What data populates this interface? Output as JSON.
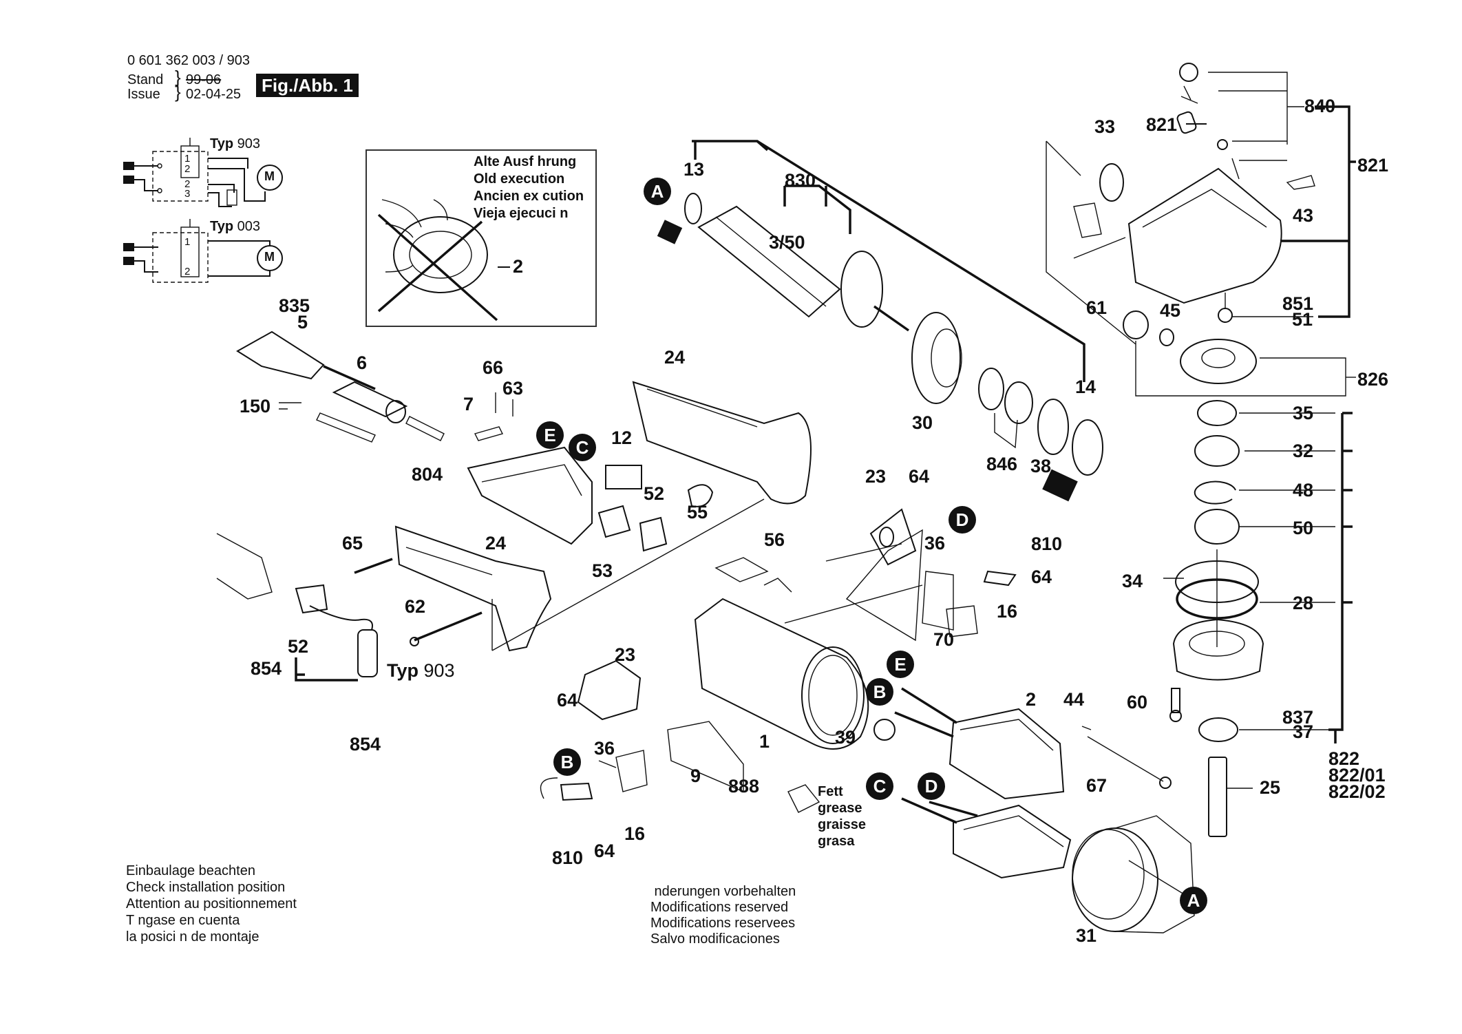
{
  "header": {
    "part_number": "0 601 362 003 / 903",
    "stand_label": "Stand",
    "stand_value_struck": "99-06",
    "issue_label": "Issue",
    "issue_value": "02-04-25",
    "figure_badge": "Fig./Abb. 1"
  },
  "wiring": {
    "typ_label": "Typ",
    "variant_903": "903",
    "variant_003": "003",
    "motor_symbol": "M",
    "terminals_903": [
      "1",
      "2",
      "2",
      "3"
    ],
    "terminals_003": [
      "1",
      "2"
    ]
  },
  "old_execution_box": {
    "lines": [
      "Alte Ausf hrung",
      "Old execution",
      "Ancien ex cution",
      "Vieja ejecuci n"
    ],
    "part_label": "2"
  },
  "callouts": {
    "A": "A",
    "B": "B",
    "C": "C",
    "D": "D",
    "E": "E"
  },
  "labels": {
    "p835": "835",
    "p5": "5",
    "p6": "6",
    "p150": "150",
    "p66": "66",
    "p63": "63",
    "p7": "7",
    "p804": "804",
    "p12": "12",
    "p24a": "24",
    "p24b": "24",
    "p52a": "52",
    "p55": "55",
    "p53": "53",
    "p65": "65",
    "p62": "62",
    "p52b": "52",
    "p854a": "854",
    "p854b": "854",
    "p13": "13",
    "p830": "830",
    "p3_50": "3/50",
    "p30": "30",
    "p846": "846",
    "p38": "38",
    "p14": "14",
    "p33": "33",
    "p821a": "821",
    "p840": "840",
    "p821b": "821",
    "p43": "43",
    "p61": "61",
    "p45": "45",
    "p851": "851",
    "p51": "51",
    "p826": "826",
    "p35": "35",
    "p32": "32",
    "p48": "48",
    "p50": "50",
    "p34": "34",
    "p28": "28",
    "p60": "60",
    "p837": "837",
    "p37": "37",
    "p25": "25",
    "p822": "822",
    "p822_01": "822/01",
    "p822_02": "822/02",
    "p23a": "23",
    "p64a": "64",
    "p56": "56",
    "p36a": "36",
    "p810a": "810",
    "p64b": "64",
    "p16a": "16",
    "p70": "70",
    "p23b": "23",
    "p64c": "64",
    "p36b": "36",
    "p1": "1",
    "p9": "9",
    "p888": "888",
    "p810b": "810",
    "p64d": "64",
    "p16b": "16",
    "p39": "39",
    "p2": "2",
    "p44": "44",
    "p67": "67",
    "p31": "31"
  },
  "typ_903_label": {
    "typ": "Typ",
    "num": "903"
  },
  "grease_note": [
    "Fett",
    "grease",
    "graisse",
    "grasa"
  ],
  "install_note": [
    "Einbaulage beachten",
    "Check installation position",
    "Attention au positionnement",
    "T ngase en cuenta",
    "la posici n de montaje"
  ],
  "modifications_note": [
    " nderungen vorbehalten",
    "Modifications reserved",
    "Modifications reservees",
    "Salvo modificaciones"
  ]
}
